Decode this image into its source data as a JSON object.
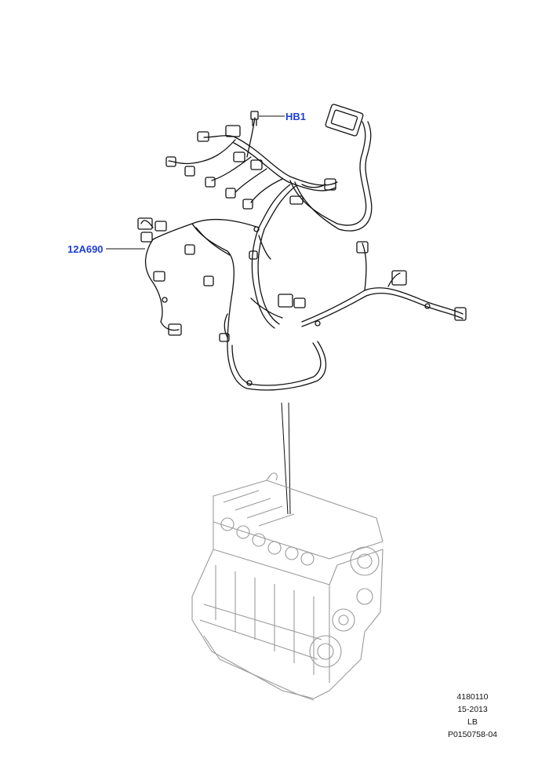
{
  "callouts": {
    "hb1": "HB1",
    "harness": "12A690"
  },
  "reference": {
    "line1": "4180110",
    "line2": "15-2013",
    "line3": "LB",
    "line4": "P0150758-04"
  },
  "colors": {
    "callout_text": "#1f3fd6",
    "line_art": "#111111",
    "engine_art": "#9a9a9a"
  }
}
